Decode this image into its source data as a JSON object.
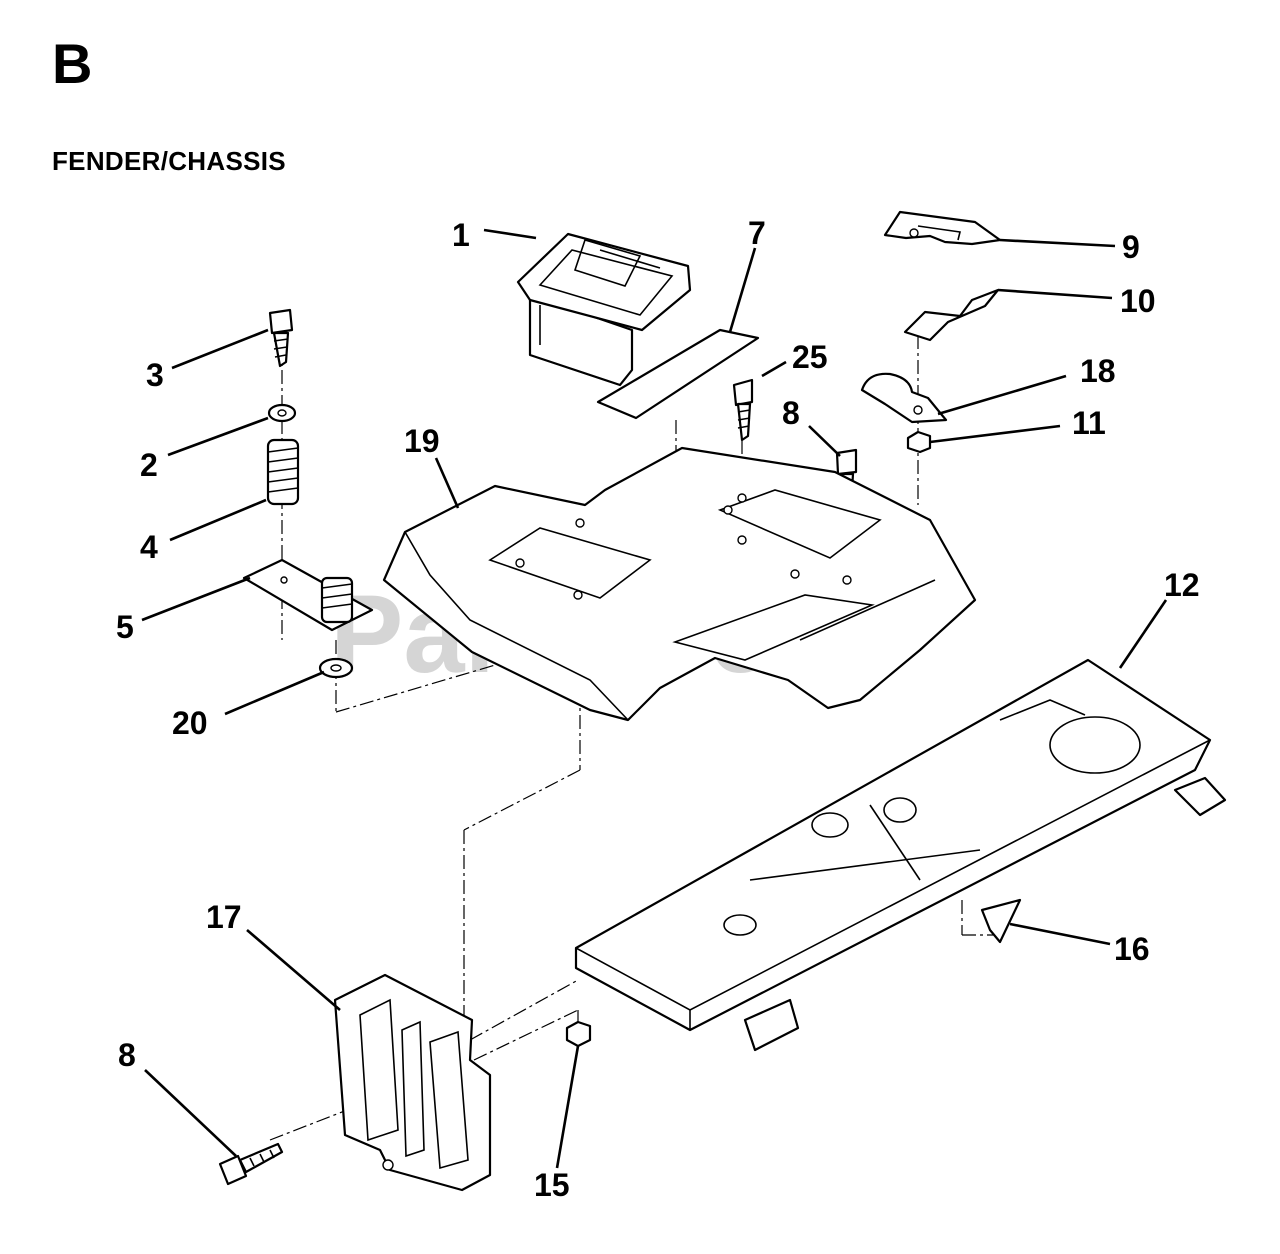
{
  "section": {
    "letter": "B",
    "title": "FENDER/CHASSIS"
  },
  "watermark": "PartsTree",
  "callouts": {
    "c1": "1",
    "c7": "7",
    "c9": "9",
    "c10": "10",
    "c25": "25",
    "c3": "3",
    "c18": "18",
    "c8a": "8",
    "c11": "11",
    "c2": "2",
    "c19": "19",
    "c4": "4",
    "c12": "12",
    "c5": "5",
    "c20": "20",
    "c17": "17",
    "c16": "16",
    "c8b": "8",
    "c15": "15"
  }
}
